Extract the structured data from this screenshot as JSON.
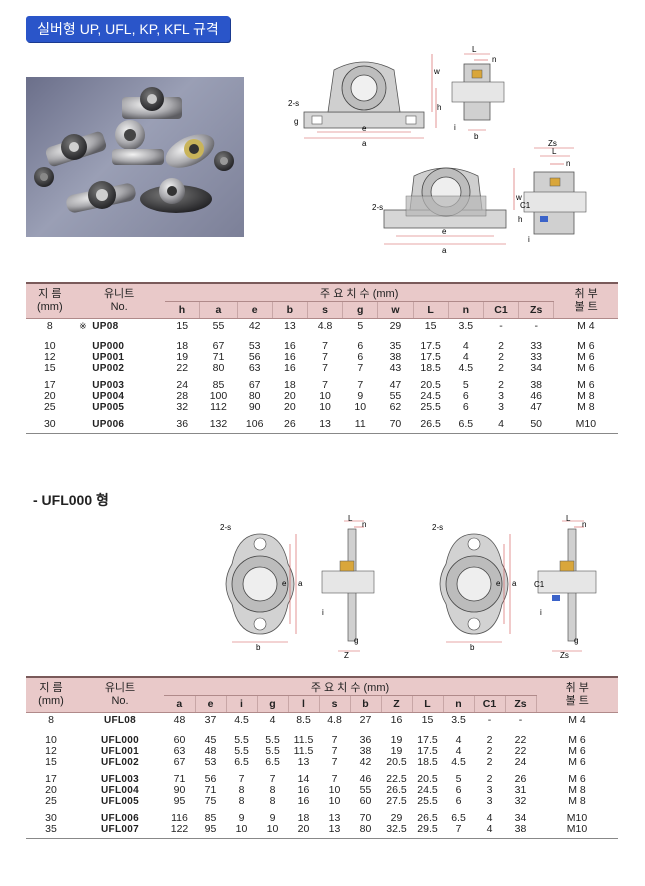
{
  "title": "실버형 UP, UFL, KP, KFL 규격",
  "dim_labels": {
    "up_front": [
      "2-s",
      "w",
      "h",
      "e",
      "a",
      "g"
    ],
    "up_side": [
      "L",
      "n",
      "b",
      "i"
    ],
    "kp_front": [
      "2-s",
      "w",
      "h",
      "e",
      "a"
    ],
    "kp_side": [
      "Zs",
      "L",
      "n",
      "C1",
      "i"
    ],
    "ufl_front_a": [
      "2-s",
      "e",
      "a",
      "b"
    ],
    "ufl_side_a": [
      "L",
      "n",
      "i",
      "g",
      "Z"
    ],
    "ufl_front_b": [
      "2-s",
      "e",
      "a",
      "b"
    ],
    "ufl_side_b": [
      "L",
      "n",
      "C1",
      "i",
      "g",
      "Zs"
    ]
  },
  "table1": {
    "head_left": [
      "지 름",
      "(mm)"
    ],
    "head_unit": [
      "유니트",
      "No."
    ],
    "head_main": "주   요   치   수  (mm)",
    "head_bolt": [
      "취  부",
      "볼  트"
    ],
    "columns": [
      "h",
      "a",
      "e",
      "b",
      "s",
      "g",
      "w",
      "L",
      "n",
      "C1",
      "Zs"
    ],
    "rows": [
      {
        "d": "8",
        "mark": "※",
        "unit": "UP08",
        "v": [
          "15",
          "55",
          "42",
          "13",
          "4.8",
          "5",
          "29",
          "15",
          "3.5",
          "-",
          "-"
        ],
        "bolt": "M 4",
        "gap": false
      },
      {
        "d": "10",
        "mark": "",
        "unit": "UP000",
        "v": [
          "18",
          "67",
          "53",
          "16",
          "7",
          "6",
          "35",
          "17.5",
          "4",
          "2",
          "33"
        ],
        "bolt": "M 6",
        "gap": true
      },
      {
        "d": "12",
        "mark": "",
        "unit": "UP001",
        "v": [
          "19",
          "71",
          "56",
          "16",
          "7",
          "6",
          "38",
          "17.5",
          "4",
          "2",
          "33"
        ],
        "bolt": "M 6",
        "gap": false
      },
      {
        "d": "15",
        "mark": "",
        "unit": "UP002",
        "v": [
          "22",
          "80",
          "63",
          "16",
          "7",
          "7",
          "43",
          "18.5",
          "4.5",
          "2",
          "34"
        ],
        "bolt": "M 6",
        "gap": false
      },
      {
        "d": "17",
        "mark": "",
        "unit": "UP003",
        "v": [
          "24",
          "85",
          "67",
          "18",
          "7",
          "7",
          "47",
          "20.5",
          "5",
          "2",
          "38"
        ],
        "bolt": "M 6",
        "gap": true
      },
      {
        "d": "20",
        "mark": "",
        "unit": "UP004",
        "v": [
          "28",
          "100",
          "80",
          "20",
          "10",
          "9",
          "55",
          "24.5",
          "6",
          "3",
          "46"
        ],
        "bolt": "M 8",
        "gap": false
      },
      {
        "d": "25",
        "mark": "",
        "unit": "UP005",
        "v": [
          "32",
          "112",
          "90",
          "20",
          "10",
          "10",
          "62",
          "25.5",
          "6",
          "3",
          "47"
        ],
        "bolt": "M 8",
        "gap": false
      },
      {
        "d": "30",
        "mark": "",
        "unit": "UP006",
        "v": [
          "36",
          "132",
          "106",
          "26",
          "13",
          "11",
          "70",
          "26.5",
          "6.5",
          "4",
          "50"
        ],
        "bolt": "M10",
        "gap": true
      }
    ]
  },
  "section2_title": "- UFL000 형",
  "table2": {
    "head_left": [
      "지 름",
      "(mm)"
    ],
    "head_unit": [
      "유니트",
      "No."
    ],
    "head_main": "주   요   치   수  (mm)",
    "head_bolt": [
      "취  부",
      "볼  트"
    ],
    "columns": [
      "a",
      "e",
      "i",
      "g",
      "l",
      "s",
      "b",
      "Z",
      "L",
      "n",
      "C1",
      "Zs"
    ],
    "rows": [
      {
        "d": "8",
        "unit": "UFL08",
        "v": [
          "48",
          "37",
          "4.5",
          "4",
          "8.5",
          "4.8",
          "27",
          "16",
          "15",
          "3.5",
          "-",
          "-"
        ],
        "bolt": "M 4",
        "gap": false
      },
      {
        "d": "10",
        "unit": "UFL000",
        "v": [
          "60",
          "45",
          "5.5",
          "5.5",
          "11.5",
          "7",
          "36",
          "19",
          "17.5",
          "4",
          "2",
          "22"
        ],
        "bolt": "M 6",
        "gap": true
      },
      {
        "d": "12",
        "unit": "UFL001",
        "v": [
          "63",
          "48",
          "5.5",
          "5.5",
          "11.5",
          "7",
          "38",
          "19",
          "17.5",
          "4",
          "2",
          "22"
        ],
        "bolt": "M 6",
        "gap": false
      },
      {
        "d": "15",
        "unit": "UFL002",
        "v": [
          "67",
          "53",
          "6.5",
          "6.5",
          "13",
          "7",
          "42",
          "20.5",
          "18.5",
          "4.5",
          "2",
          "24"
        ],
        "bolt": "M 6",
        "gap": false
      },
      {
        "d": "17",
        "unit": "UFL003",
        "v": [
          "71",
          "56",
          "7",
          "7",
          "14",
          "7",
          "46",
          "22.5",
          "20.5",
          "5",
          "2",
          "26"
        ],
        "bolt": "M 6",
        "gap": true
      },
      {
        "d": "20",
        "unit": "UFL004",
        "v": [
          "90",
          "71",
          "8",
          "8",
          "16",
          "10",
          "55",
          "26.5",
          "24.5",
          "6",
          "3",
          "31"
        ],
        "bolt": "M 8",
        "gap": false
      },
      {
        "d": "25",
        "unit": "UFL005",
        "v": [
          "95",
          "75",
          "8",
          "8",
          "16",
          "10",
          "60",
          "27.5",
          "25.5",
          "6",
          "3",
          "32"
        ],
        "bolt": "M 8",
        "gap": false
      },
      {
        "d": "30",
        "unit": "UFL006",
        "v": [
          "116",
          "85",
          "9",
          "9",
          "18",
          "13",
          "70",
          "29",
          "26.5",
          "6.5",
          "4",
          "34"
        ],
        "bolt": "M10",
        "gap": true
      },
      {
        "d": "35",
        "unit": "UFL007",
        "v": [
          "122",
          "95",
          "10",
          "10",
          "20",
          "13",
          "80",
          "32.5",
          "29.5",
          "7",
          "4",
          "38"
        ],
        "bolt": "M10",
        "gap": false
      }
    ]
  }
}
